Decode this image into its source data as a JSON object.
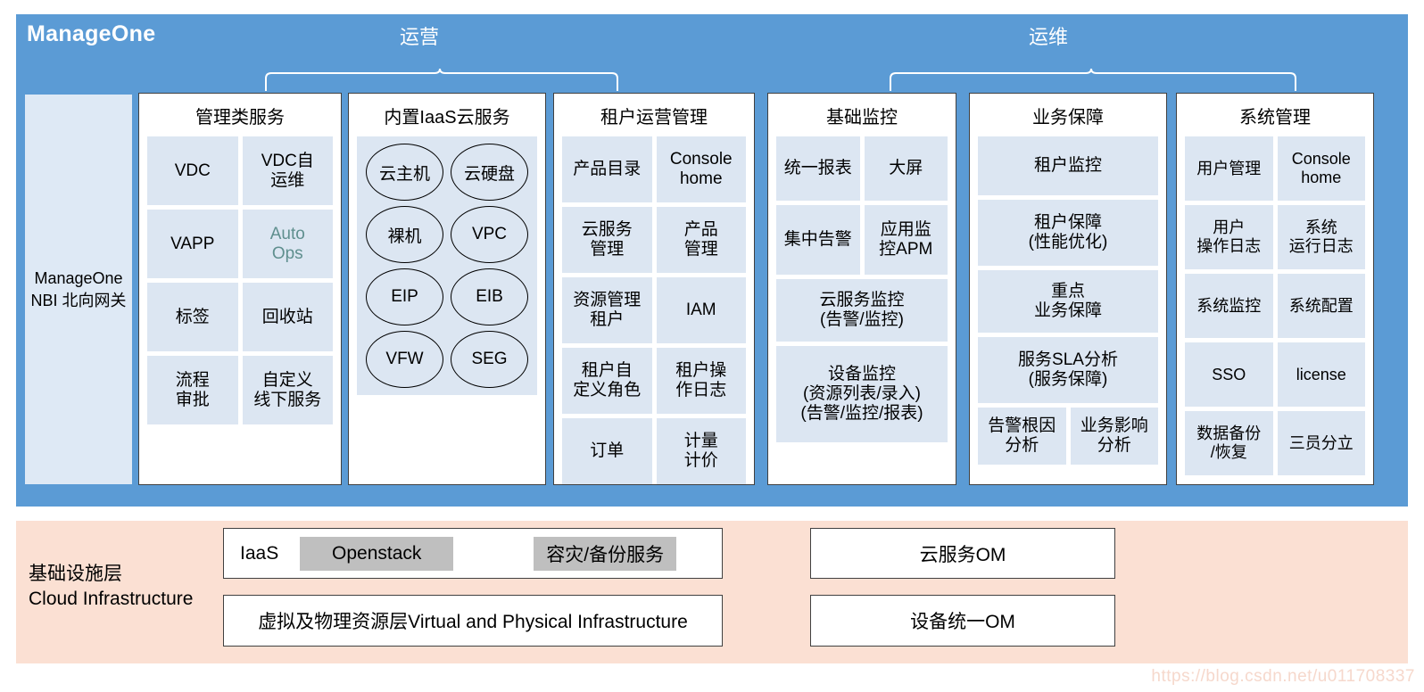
{
  "brand": "ManageOne",
  "groups": {
    "operation": "运营",
    "maintenance": "运维"
  },
  "nbi": "ManageOne\nNBI\n北向网关",
  "columns": [
    {
      "id": "col1",
      "title": "管理类服务",
      "rows": [
        [
          "VDC",
          "VDC自\n运维"
        ],
        [
          "VAPP",
          "Auto\nOps"
        ],
        [
          "标签",
          "回收站"
        ],
        [
          "流程\n审批",
          "自定义\n线下服务"
        ]
      ]
    },
    {
      "id": "col2",
      "title": "内置IaaS云服务",
      "ovals": [
        [
          "云主机",
          "云硬盘"
        ],
        [
          "裸机",
          "VPC"
        ],
        [
          "EIP",
          "EIB"
        ],
        [
          "VFW",
          "SEG"
        ]
      ]
    },
    {
      "id": "col3",
      "title": "租户运营管理",
      "rows": [
        [
          "产品目录",
          "Console\nhome"
        ],
        [
          "云服务\n管理",
          "产品\n管理"
        ],
        [
          "资源管理\n租户",
          "IAM"
        ],
        [
          "租户自\n定义角色",
          "租户操\n作日志"
        ],
        [
          "订单",
          "计量\n计价"
        ]
      ]
    },
    {
      "id": "col4",
      "title": "基础监控",
      "rows": [
        [
          "统一报表",
          "大屏"
        ],
        [
          "集中告警",
          "应用监\n控APM"
        ],
        [
          "云服务监控\n(告警/监控)"
        ],
        [
          "设备监控\n(资源列表/录入)\n(告警/监控/报表)"
        ]
      ]
    },
    {
      "id": "col5",
      "title": "业务保障",
      "rows": [
        [
          "租户监控"
        ],
        [
          "租户保障\n(性能优化)"
        ],
        [
          "重点\n业务保障"
        ],
        [
          "服务SLA分析\n(服务保障)"
        ],
        [
          "告警根因\n分析",
          "业务影响\n分析"
        ]
      ]
    },
    {
      "id": "col6",
      "title": "系统管理",
      "rows": [
        [
          "用户管理",
          "Console\nhome"
        ],
        [
          "用户\n操作日志",
          "系统\n运行日志"
        ],
        [
          "系统监控",
          "系统配置"
        ],
        [
          "SSO",
          "license"
        ],
        [
          "数据备份\n/恢复",
          "三员分立"
        ]
      ]
    }
  ],
  "infrastructure": {
    "label": "基础设施层\nCloud Infrastructure",
    "iaas_label": "IaaS",
    "openstack": "Openstack",
    "dr_backup": "容灾/备份服务",
    "virtual_layer": "虚拟及物理资源层Virtual and Physical Infrastructure",
    "cloud_om": "云服务OM",
    "device_om": "设备统一OM"
  },
  "watermark": "https://blog.csdn.net/u011708337",
  "colors": {
    "panel_blue": "#5b9bd5",
    "cell_blue": "#dce6f2",
    "panel_pink": "#fbe0d3",
    "chip_gray": "#bfbfbf",
    "autoops_teal": "#5f8f8e"
  }
}
